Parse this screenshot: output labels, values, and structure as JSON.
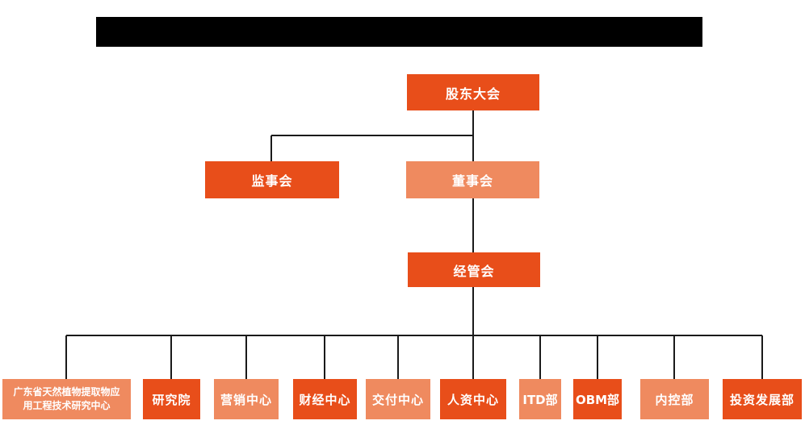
{
  "colors": {
    "background": "#ffffff",
    "primary_orange": "#e84e1a",
    "secondary_orange": "#ef8a5f",
    "connector_line": "#1a1a1a",
    "node_text": "#ffffff",
    "redaction_black": "#000000"
  },
  "org_chart": {
    "nodes": [
      {
        "id": "shareholders-meeting",
        "label": "股东大会",
        "level": 1,
        "variant": "primary"
      },
      {
        "id": "supervisory-board",
        "label": "监事会",
        "level": 2,
        "variant": "primary"
      },
      {
        "id": "board-of-directors",
        "label": "董事会",
        "level": 2,
        "variant": "secondary"
      },
      {
        "id": "management-committee",
        "label": "经管会",
        "level": 3,
        "variant": "primary"
      },
      {
        "id": "guangdong-research-center",
        "label": "广东省天然植物提取物应用工程技术研究中心",
        "level": 4,
        "variant": "secondary"
      },
      {
        "id": "research-institute",
        "label": "研究院",
        "level": 4,
        "variant": "primary"
      },
      {
        "id": "marketing-center",
        "label": "营销中心",
        "level": 4,
        "variant": "secondary"
      },
      {
        "id": "finance-center",
        "label": "财经中心",
        "level": 4,
        "variant": "primary"
      },
      {
        "id": "delivery-center",
        "label": "交付中心",
        "level": 4,
        "variant": "secondary"
      },
      {
        "id": "hr-center",
        "label": "人资中心",
        "level": 4,
        "variant": "primary"
      },
      {
        "id": "itd-department",
        "label": "ITD部",
        "level": 4,
        "variant": "secondary"
      },
      {
        "id": "obm-department",
        "label": "OBM部",
        "level": 4,
        "variant": "primary"
      },
      {
        "id": "internal-control-department",
        "label": "内控部",
        "level": 4,
        "variant": "secondary"
      },
      {
        "id": "investment-development-department",
        "label": "投资发展部",
        "level": 4,
        "variant": "primary"
      }
    ],
    "edges": [
      {
        "from": "shareholders-meeting",
        "to": "supervisory-board"
      },
      {
        "from": "shareholders-meeting",
        "to": "board-of-directors"
      },
      {
        "from": "board-of-directors",
        "to": "management-committee"
      },
      {
        "from": "management-committee",
        "to": "guangdong-research-center"
      },
      {
        "from": "management-committee",
        "to": "research-institute"
      },
      {
        "from": "management-committee",
        "to": "marketing-center"
      },
      {
        "from": "management-committee",
        "to": "finance-center"
      },
      {
        "from": "management-committee",
        "to": "delivery-center"
      },
      {
        "from": "management-committee",
        "to": "hr-center"
      },
      {
        "from": "management-committee",
        "to": "itd-department"
      },
      {
        "from": "management-committee",
        "to": "obm-department"
      },
      {
        "from": "management-committee",
        "to": "internal-control-department"
      },
      {
        "from": "management-committee",
        "to": "investment-development-department"
      }
    ]
  }
}
